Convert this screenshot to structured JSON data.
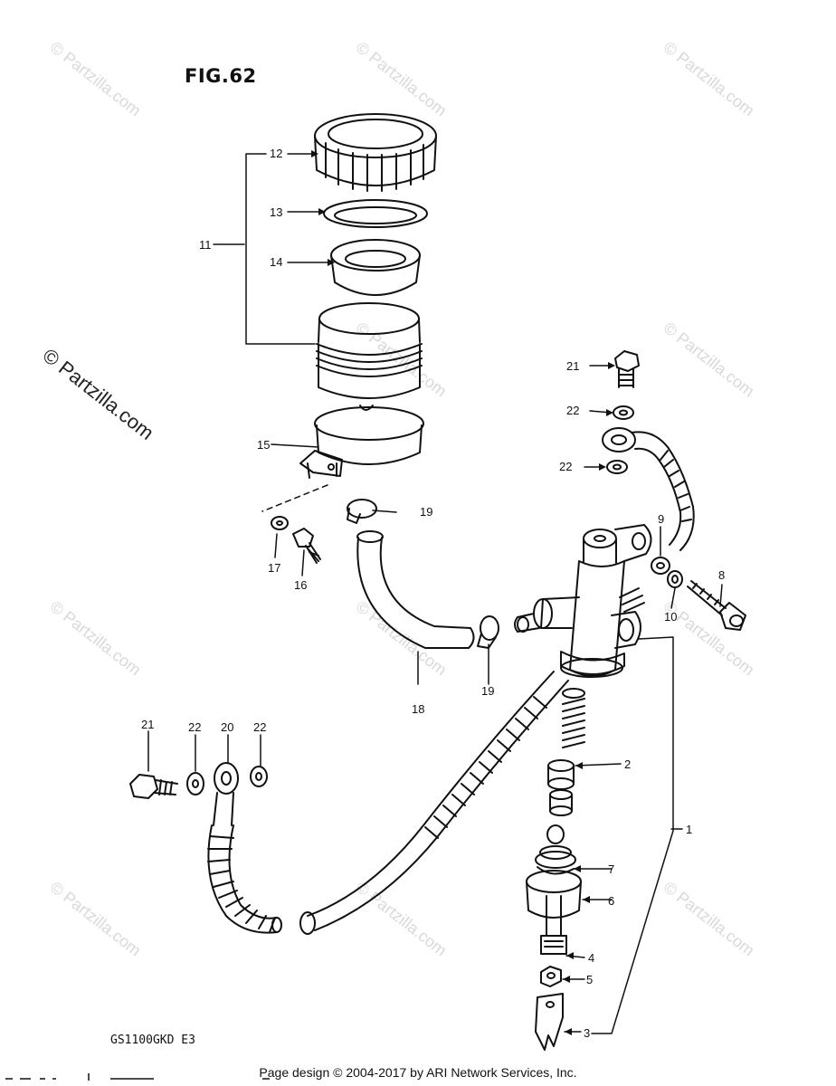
{
  "figure_title": "FIG.62",
  "model_code": "GS1100GKD E3",
  "footer_text": "Page design © 2004-2017 by ARI Network Services, Inc.",
  "main_watermark": "© Partzilla.com",
  "faint_watermark": "© Partzilla.com",
  "callouts": [
    "1",
    "2",
    "3",
    "4",
    "5",
    "6",
    "7",
    "8",
    "9",
    "10",
    "11",
    "12",
    "13",
    "14",
    "15",
    "16",
    "17",
    "18",
    "19",
    "19",
    "20",
    "21",
    "21",
    "22",
    "22",
    "22",
    "22"
  ]
}
